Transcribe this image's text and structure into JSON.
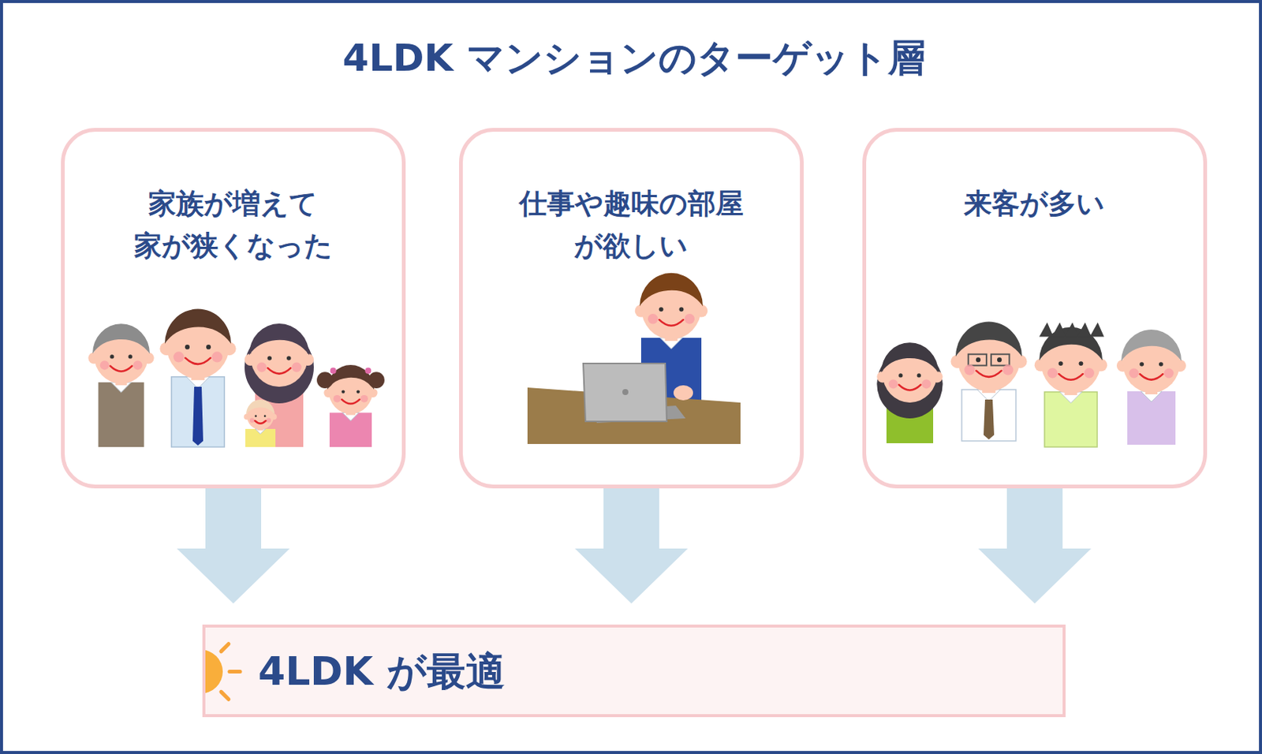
{
  "diagram": {
    "title": "4LDK マンションのターゲット層",
    "nodes": [
      {
        "text": [
          "家族が増えて 家が狭くなった"
        ]
      },
      {
        "text": [
          "仕事や趣味の部屋 が欲しい"
        ]
      },
      {
        "text": [
          "来客が多い"
        ]
      },
      {
        "text": [
          "4LDK が最適"
        ]
      }
    ],
    "edges": [
      {
        "from": 0,
        "to": 3,
        "arrow": "to"
      },
      {
        "from": 1,
        "to": 3,
        "arrow": "to"
      },
      {
        "from": 2,
        "to": 3,
        "arrow": "to"
      }
    ]
  }
}
